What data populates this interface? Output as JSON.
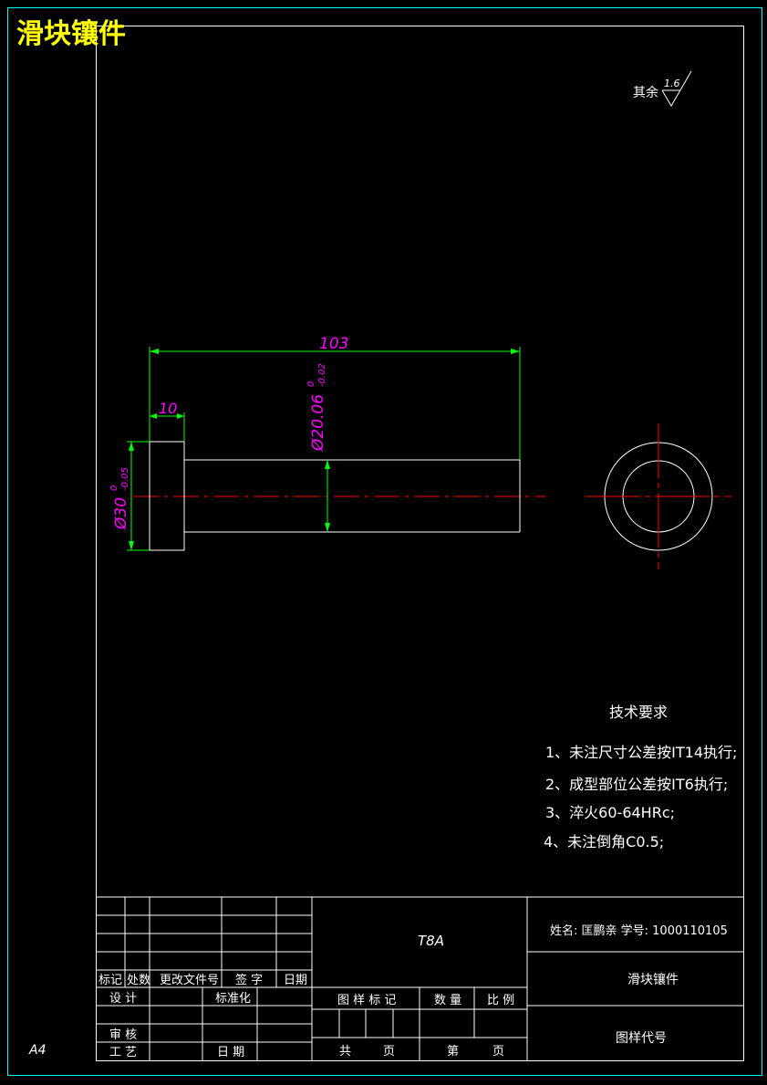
{
  "drawing": {
    "title": "滑块镶件",
    "paper_size": "A4",
    "colors": {
      "background": "#000000",
      "frame_outer": "#00ffff",
      "frame": "#ffffff",
      "dimension": "#00ff00",
      "dimension_text": "#ff00ff",
      "centerline": "#ff0000",
      "title_text": "#ffff00"
    }
  },
  "surface_finish": {
    "prefix": "其余",
    "value": "1.6"
  },
  "dimensions": {
    "overall_length": "103",
    "head_length": "10",
    "shank_dia": "Ø20.06",
    "shank_dia_upper": "0",
    "shank_dia_lower": "-0.02",
    "head_dia": "Ø30",
    "head_dia_upper": "0",
    "head_dia_lower": "-0.05"
  },
  "requirements": {
    "heading": "技术要求",
    "items": [
      "1、未注尺寸公差按IT14执行;",
      "2、成型部位公差按IT6执行;",
      "3、淬火60-64HRc;",
      "4、未注倒角C0.5;"
    ]
  },
  "title_block": {
    "material": "T8A",
    "student": "姓名:  匡鹏亲  学号:  1000110105",
    "part_name": "滑块镶件",
    "drawing_no": "图样代号",
    "rev_headers": [
      "标记",
      "处数",
      "更改文件号",
      "签 字",
      "日期"
    ],
    "design": "设 计",
    "standardize": "标准化",
    "check": "审 核",
    "process": "工 艺",
    "date": "日 期",
    "mark_label": "图 样 标 记",
    "qty_label": "数 量",
    "scale_label": "比 例",
    "total_label": "共",
    "sheet_label": "页",
    "num_label": "第",
    "page_label": "页"
  }
}
